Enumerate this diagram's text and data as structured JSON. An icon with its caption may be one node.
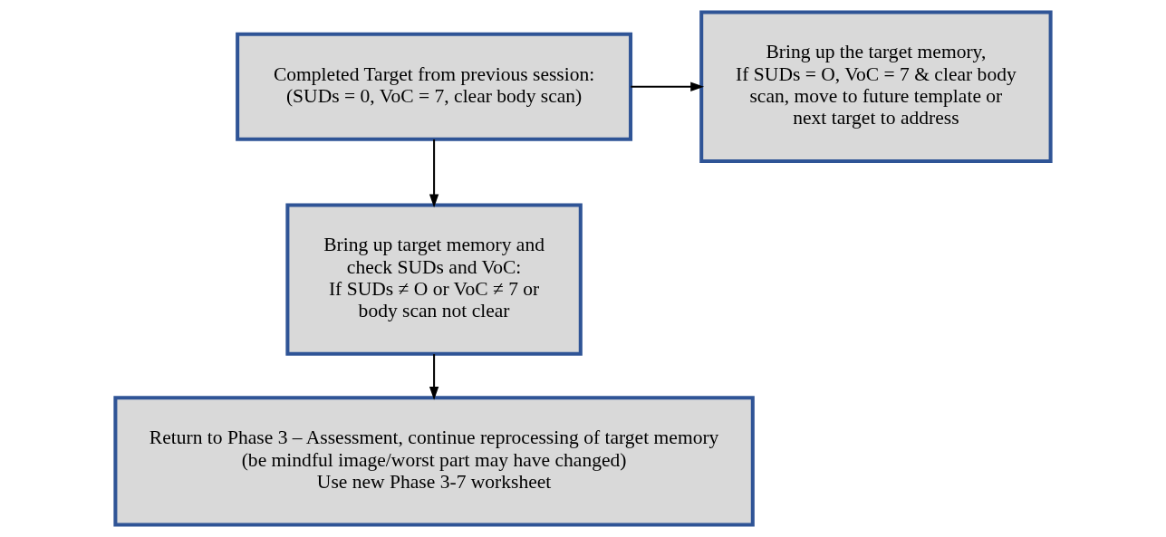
{
  "diagram": {
    "nodes": [
      {
        "text": [
          "Completed Target from previous session:",
          "(SUDs = 0, VoC = 7, clear body scan)"
        ]
      },
      {
        "text": [
          "Bring up the target memory,",
          "If SUDs = O, VoC = 7 & clear body scan, move to future template or next target to address"
        ]
      },
      {
        "text": [
          "Bring up target memory and check SUDs and VoC:",
          "If SUDs ≠ O or VoC ≠ 7 or body scan not clear"
        ]
      },
      {
        "text": [
          "Return to Phase 3 – Assessment, continue reprocessing of target memory",
          "(be mindful image/worst part may have changed)",
          "Use new Phase 3-7 worksheet"
        ]
      }
    ],
    "edges": [
      {
        "from": 0,
        "to": 1,
        "arrow": "to"
      },
      {
        "from": 0,
        "to": 2,
        "arrow": "to"
      },
      {
        "from": 2,
        "to": 3,
        "arrow": "to"
      }
    ]
  }
}
